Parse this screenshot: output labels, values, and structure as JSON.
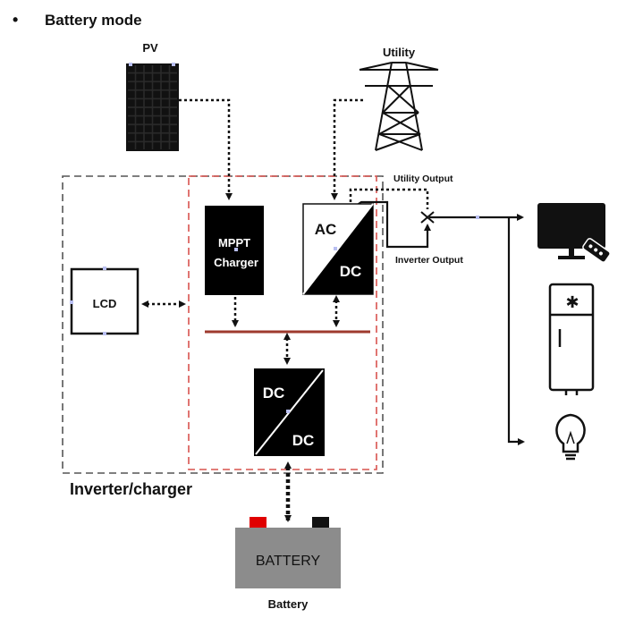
{
  "heading": {
    "bullet": "•",
    "title": "Battery mode"
  },
  "labels": {
    "pv": "PV",
    "utility": "Utility",
    "utility_output": "Utility Output",
    "inverter_output": "Inverter Output",
    "lcd": "LCD",
    "mppt_line1": "MPPT",
    "mppt_line2": "Charger",
    "acdc_top": "AC",
    "acdc_bottom": "DC",
    "dcdc_top": "DC",
    "dcdc_bottom": "DC",
    "inverter_charger": "Inverter/charger",
    "battery_text": "BATTERY",
    "battery_caption": "Battery"
  },
  "icons": {
    "solar_panel": "solar-panel-icon",
    "tower": "transmission-tower-icon",
    "tv": "tv-icon",
    "fridge": "refrigerator-icon",
    "bulb": "light-bulb-icon",
    "battery": "battery-icon"
  },
  "colors": {
    "outer_border": "#555555",
    "inner_border": "#d9534f",
    "bus_line": "#9e3a2e",
    "battery_body": "#8c8c8c",
    "battery_positive": "#e00000",
    "battery_negative": "#111111"
  }
}
